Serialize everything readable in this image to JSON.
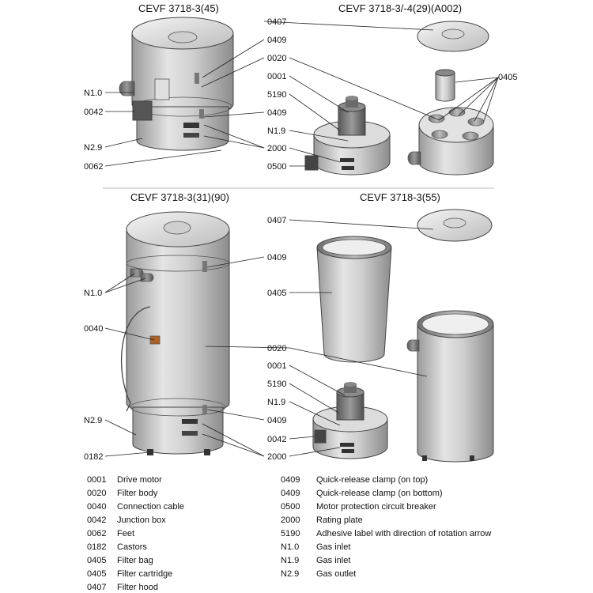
{
  "titles": {
    "top_left": "CEVF 3718-3(45)",
    "top_right": "CEVF 3718-3/-4(29)(A002)",
    "bottom_left": "CEVF 3718-3(31)(90)",
    "bottom_right": "CEVF 3718-3(55)"
  },
  "callouts": {
    "tl_n10": "N1.0",
    "tl_0042": "0042",
    "tl_n29": "N2.9",
    "tl_0062": "0062",
    "tm_0407": "0407",
    "tm_0409a": "0409",
    "tm_0020": "0020",
    "tm_0001": "0001",
    "tm_5190": "5190",
    "tm_0409b": "0409",
    "tm_n19": "N1.9",
    "tm_2000": "2000",
    "tm_0500": "0500",
    "tr_0405": "0405",
    "bl_n10": "N1.0",
    "bl_0040": "0040",
    "bl_n29": "N2.9",
    "bl_0182": "0182",
    "bm_0407": "0407",
    "bm_0409a": "0409",
    "bm_0405": "0405",
    "bm_0020": "0020",
    "bm_0001": "0001",
    "bm_5190": "5190",
    "bm_n19": "N1.9",
    "bm_0409b": "0409",
    "bm_0042": "0042",
    "bm_2000": "2000"
  },
  "legend": {
    "left": [
      {
        "code": "0001",
        "text": "Drive motor"
      },
      {
        "code": "0020",
        "text": "Filter body"
      },
      {
        "code": "0040",
        "text": "Connection cable"
      },
      {
        "code": "0042",
        "text": "Junction box"
      },
      {
        "code": "0062",
        "text": "Feet"
      },
      {
        "code": "0182",
        "text": "Castors"
      },
      {
        "code": "0405",
        "text": "Filter bag"
      },
      {
        "code": "0405",
        "text": "Filter cartridge"
      },
      {
        "code": "0407",
        "text": "Filter hood"
      }
    ],
    "right": [
      {
        "code": "0409",
        "text": "Quick-release clamp (on top)"
      },
      {
        "code": "0409",
        "text": "Quick-release clamp (on bottom)"
      },
      {
        "code": "0500",
        "text": "Motor protection circuit breaker"
      },
      {
        "code": "2000",
        "text": "Rating plate"
      },
      {
        "code": "5190",
        "text": "Adhesive label with direction of rotation arrow"
      },
      {
        "code": "N1.0",
        "text": "Gas inlet"
      },
      {
        "code": "N1.9",
        "text": "Gas inlet"
      },
      {
        "code": "N2.9",
        "text": "Gas outlet"
      }
    ]
  }
}
